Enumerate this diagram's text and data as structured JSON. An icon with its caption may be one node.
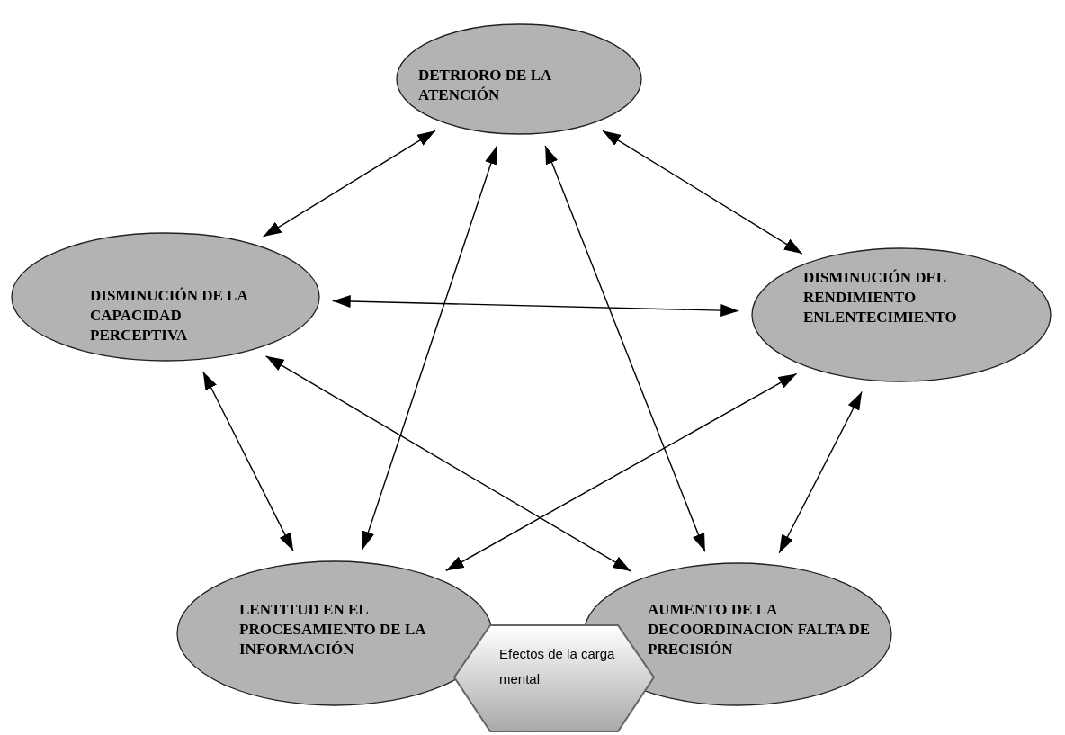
{
  "diagram": {
    "nodes": [
      {
        "text": [
          "DETRIORO DE LA ATENCIÓN"
        ]
      },
      {
        "text": [
          "DISMINUCIÓN DE LA CAPACIDAD PERCEPTIVA"
        ]
      },
      {
        "text": [
          "DISMINUCIÓN DEL RENDIMIENTO ENLENTECIMIENTO"
        ]
      },
      {
        "text": [
          "LENTITUD EN EL PROCESAMIENTO DE LA INFORMACIÓN"
        ]
      },
      {
        "text": [
          "AUMENTO DE LA DECOORDINACION FALTA DE PRECISIÓN"
        ]
      },
      {
        "text": [
          "Efectos de la carga mental"
        ]
      }
    ],
    "edges": [
      {
        "from": 0,
        "to": 1,
        "arrow": "both"
      },
      {
        "from": 0,
        "to": 2,
        "arrow": "both"
      },
      {
        "from": 1,
        "to": 2,
        "arrow": "both"
      },
      {
        "from": 0,
        "to": 3,
        "arrow": "both"
      },
      {
        "from": 0,
        "to": 4,
        "arrow": "both"
      },
      {
        "from": 1,
        "to": 3,
        "arrow": "both"
      },
      {
        "from": 1,
        "to": 4,
        "arrow": "both"
      },
      {
        "from": 2,
        "to": 3,
        "arrow": "both"
      },
      {
        "from": 2,
        "to": 4,
        "arrow": "both"
      }
    ]
  }
}
